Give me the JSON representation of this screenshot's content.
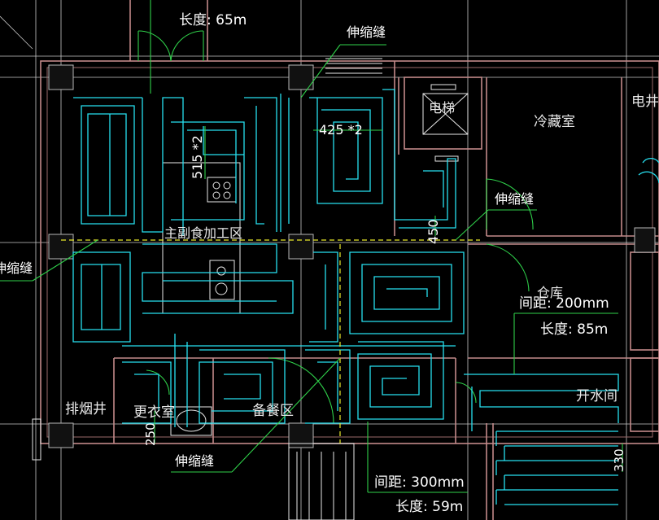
{
  "drawing": {
    "top_length_label": "长度: 65m",
    "expansion_joint_label": "伸缩缝",
    "dimension_515": "515 *2",
    "dimension_425": "425 *2",
    "dimension_450": "450",
    "dimension_250": "250",
    "dimension_330": "330",
    "room_elevator": "电梯",
    "room_cold_storage": "冷藏室",
    "room_electrical_shaft": "电井",
    "room_main_prep": "主副食加工区",
    "room_storage": "仓库",
    "room_smoke_shaft": "排烟井",
    "room_changing": "更衣室",
    "room_serving_prep": "备餐区",
    "room_boiling_water": "开水间",
    "spacing_200": "间距: 200mm",
    "length_85": "长度: 85m",
    "spacing_300": "间距: 300mm",
    "length_59": "长度: 59m"
  },
  "colors": {
    "background": "#000000",
    "pipe": "#27e0f0",
    "wall": "#c38a8a",
    "leader": "#2fd04a",
    "joint_line": "#e9e92b",
    "text": "#ffffff"
  }
}
